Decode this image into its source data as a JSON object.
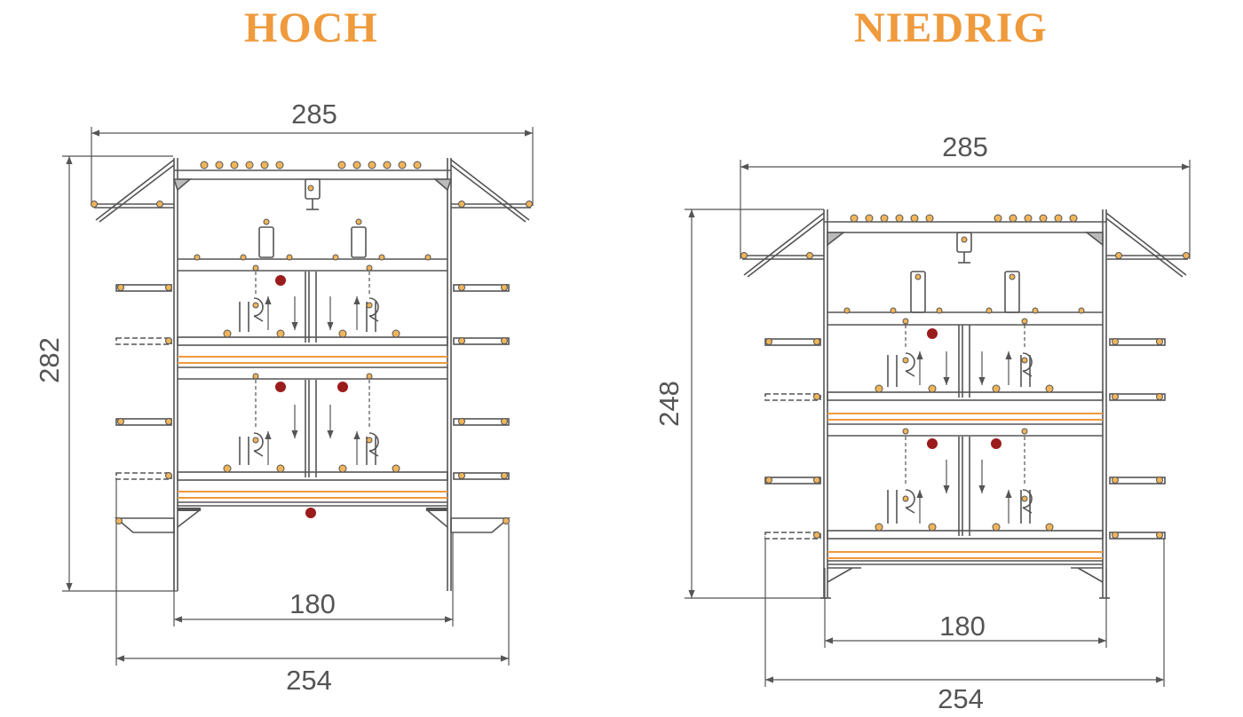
{
  "panels": [
    {
      "title": "HOCH",
      "dimensions": {
        "top_width": "285",
        "height": "282",
        "inner_width": "180",
        "bottom_width": "254"
      }
    },
    {
      "title": "NIEDRIG",
      "dimensions": {
        "top_width": "285",
        "height": "248",
        "inner_width": "180",
        "bottom_width": "254"
      }
    }
  ],
  "colors": {
    "accent": "#ef9a3c",
    "line": "#555555",
    "warning": "#9b1c1c"
  }
}
